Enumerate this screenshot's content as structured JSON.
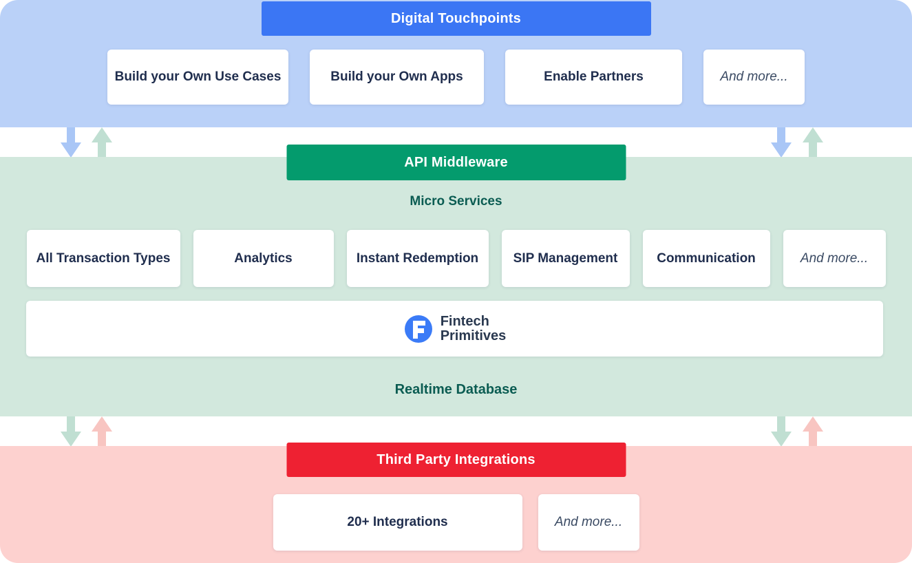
{
  "colors": {
    "digital_band": "#bad1f8",
    "digital_header": "#3b76f4",
    "middleware_band": "#d2e8dd",
    "middleware_header": "#049b6d",
    "integrations_band": "#fdd1cf",
    "integrations_header": "#ee2132",
    "card_text": "#202e4e",
    "teal_text": "#0b5c52",
    "arrow_blue": "#a9c6f6",
    "arrow_green": "#c0dfd2",
    "arrow_pink": "#f8c5c1"
  },
  "digital": {
    "title": "Digital Touchpoints",
    "cards": [
      "Build your Own Use Cases",
      "Build your Own Apps",
      "Enable Partners"
    ],
    "more_label": "And more..."
  },
  "middleware": {
    "title": "API Middleware",
    "subtitle": "Micro Services",
    "cards": [
      "All Transaction Types",
      "Analytics",
      "Instant Redemption",
      "SIP Management",
      "Communication"
    ],
    "more_label": "And more...",
    "logo_line1": "Fintech",
    "logo_line2": "Primitives",
    "footer": "Realtime Database"
  },
  "integrations": {
    "title": "Third Party Integrations",
    "cards": [
      "20+ Integrations"
    ],
    "more_label": "And more..."
  }
}
